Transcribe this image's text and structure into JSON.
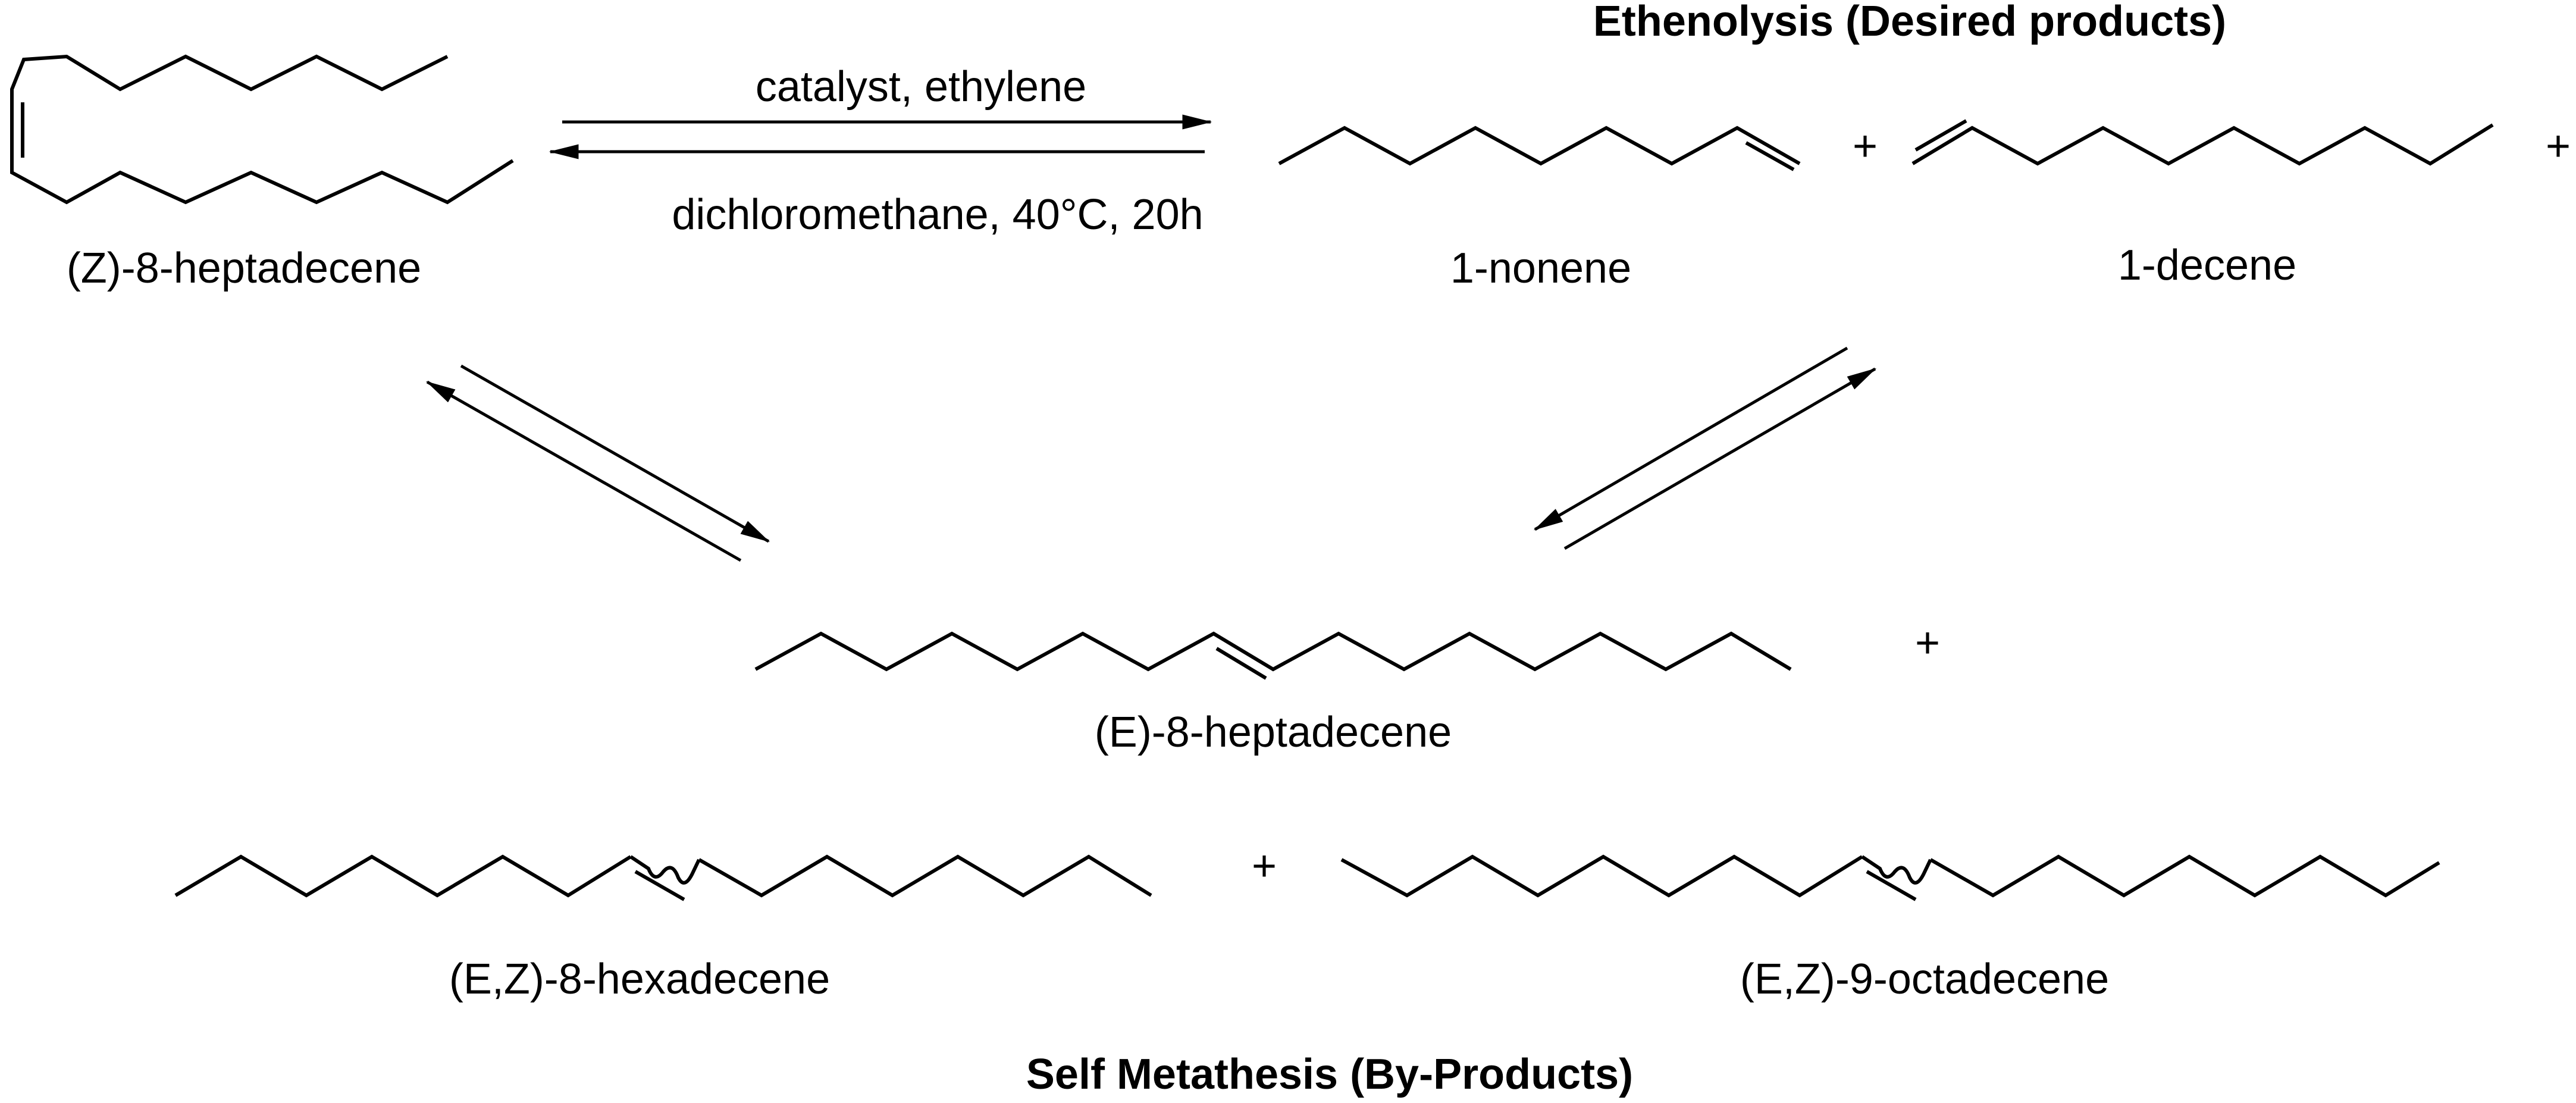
{
  "headers": {
    "ethenolysis": "Ethenolysis (Desired products)",
    "self_metathesis": "Self Metathesis (By-Products)"
  },
  "conditions": {
    "above_arrow": "catalyst, ethylene",
    "below_arrow": "dichloromethane, 40°C, 20h"
  },
  "compounds": {
    "z8_heptadecene": "(Z)-8-heptadecene",
    "nonene": "1-nonene",
    "decene": "1-decene",
    "e8_heptadecene": "(E)-8-heptadecene",
    "ez8_hexadecene": "(E,Z)-8-hexadecene",
    "ez9_octadecene": "(E,Z)-9-octadecene"
  },
  "plus_signs": {
    "p1": "+",
    "p2": "+",
    "p3": "+",
    "p4": "+"
  },
  "colors": {
    "ink": "#000000",
    "background": "#ffffff"
  }
}
